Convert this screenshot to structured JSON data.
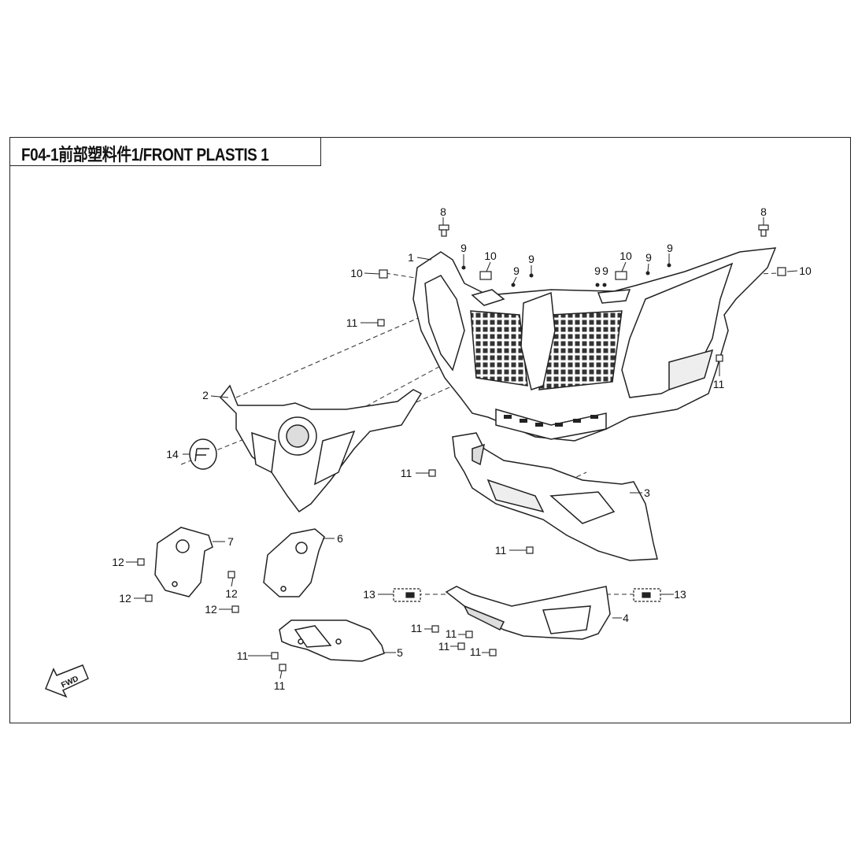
{
  "title": "F04-1前部塑料件1/FRONT PLASTIS 1",
  "fwd_label": "FWD",
  "callouts": {
    "c1": "1",
    "c2": "2",
    "c3": "3",
    "c4": "4",
    "c5": "5",
    "c6": "6",
    "c7": "7",
    "c8a": "8",
    "c8b": "8",
    "c9a": "9",
    "c9b": "9",
    "c9c": "9",
    "c9d": "9",
    "c9e": "9",
    "c9f": "9",
    "c9g": "9",
    "c10a": "10",
    "c10b": "10",
    "c10c": "10",
    "c10d": "10",
    "c11a": "11",
    "c11b": "11",
    "c11c": "11",
    "c11d": "11",
    "c11e": "11",
    "c11f": "11",
    "c11g": "11",
    "c11h": "11",
    "c11i": "11",
    "c11j": "11",
    "c12a": "12",
    "c12b": "12",
    "c12c": "12",
    "c12d": "12",
    "c13a": "13",
    "c13b": "13",
    "c14": "14"
  }
}
